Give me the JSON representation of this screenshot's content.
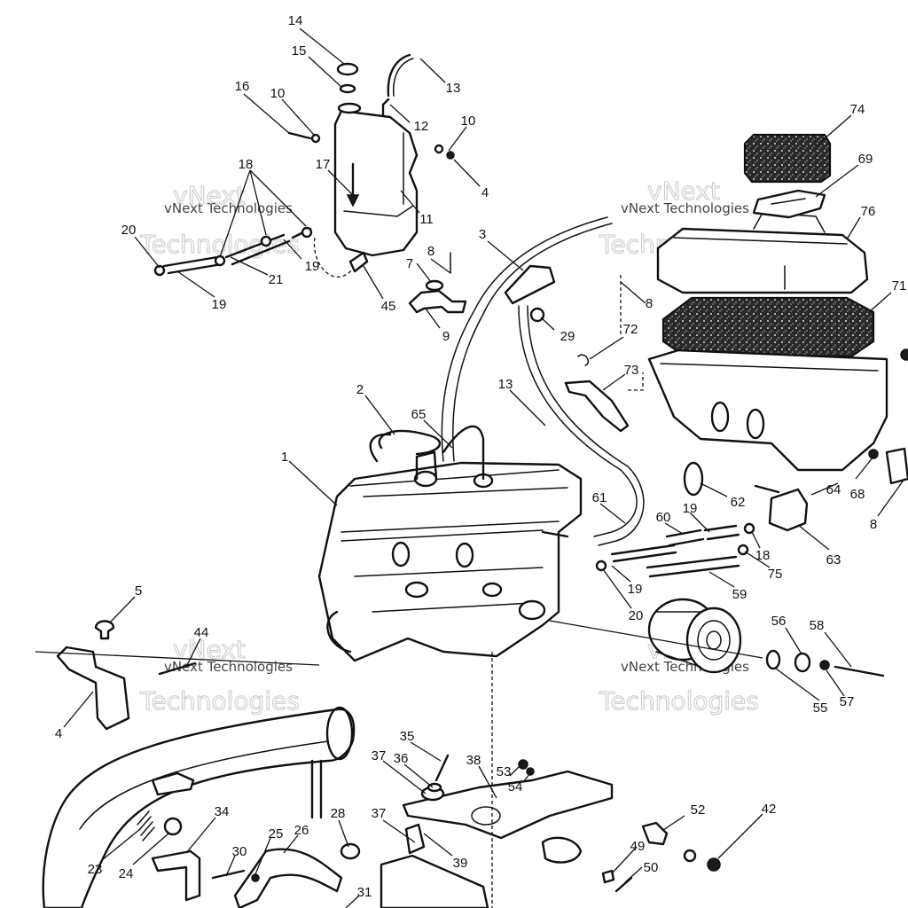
{
  "watermark": {
    "small": "vNext Technologies",
    "line1": "vNext",
    "line2": "Technologies"
  },
  "callouts": [
    "14",
    "15",
    "13",
    "16",
    "10",
    "12",
    "10",
    "4",
    "17",
    "11",
    "18",
    "20",
    "19",
    "21",
    "19",
    "8",
    "7",
    "45",
    "9",
    "3",
    "29",
    "8",
    "74",
    "69",
    "76",
    "71",
    "72",
    "73",
    "13",
    "2",
    "65",
    "1",
    "61",
    "62",
    "19",
    "18",
    "63",
    "64",
    "68",
    "8",
    "60",
    "75",
    "59",
    "19",
    "20",
    "5",
    "44",
    "4",
    "56",
    "58",
    "55",
    "57",
    "35",
    "37",
    "36",
    "38",
    "53",
    "54",
    "34",
    "28",
    "25",
    "26",
    "30",
    "23",
    "24",
    "37",
    "39",
    "52",
    "42",
    "49",
    "50",
    "31"
  ]
}
